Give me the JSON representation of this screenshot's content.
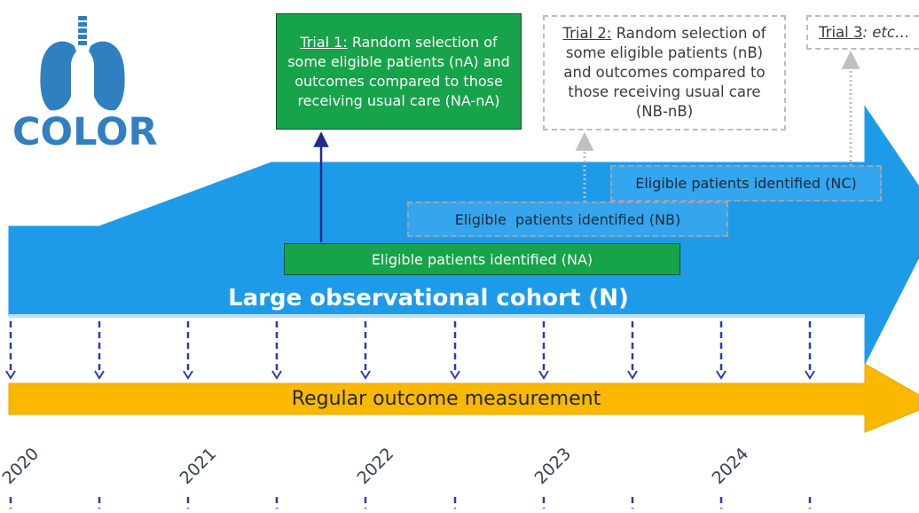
{
  "logo": {
    "text": "COLOR",
    "icon": "lungs-icon",
    "color": "#2f7fc1"
  },
  "trials": {
    "trial1": {
      "title": "Trial 1:",
      "body": " Random selection of some eligible patients (nA) and outcomes compared to those receiving usual care (NA-nA)"
    },
    "trial2": {
      "title": "Trial 2:",
      "body": " Random selection of some eligible patients (nB) and outcomes compared to those receiving usual care (NB-nB)"
    },
    "trial3": {
      "title": "Trial 3",
      "body": ": etc…"
    }
  },
  "eligible": {
    "na": "Eligible patients identified (NA)",
    "nb": "Eligible  patients identified (NB)",
    "nc": "Eligible patients identified (NC)"
  },
  "cohort_label": "Large observational cohort (N)",
  "outcome_label": "Regular outcome measurement",
  "years": [
    "2020",
    "2021",
    "2022",
    "2023",
    "2024"
  ],
  "colors": {
    "cohort_blue": "#1e9be8",
    "trial_green": "#16a34a",
    "outcome_orange": "#fbb800",
    "measure_arrow": "#2a3cb0"
  }
}
